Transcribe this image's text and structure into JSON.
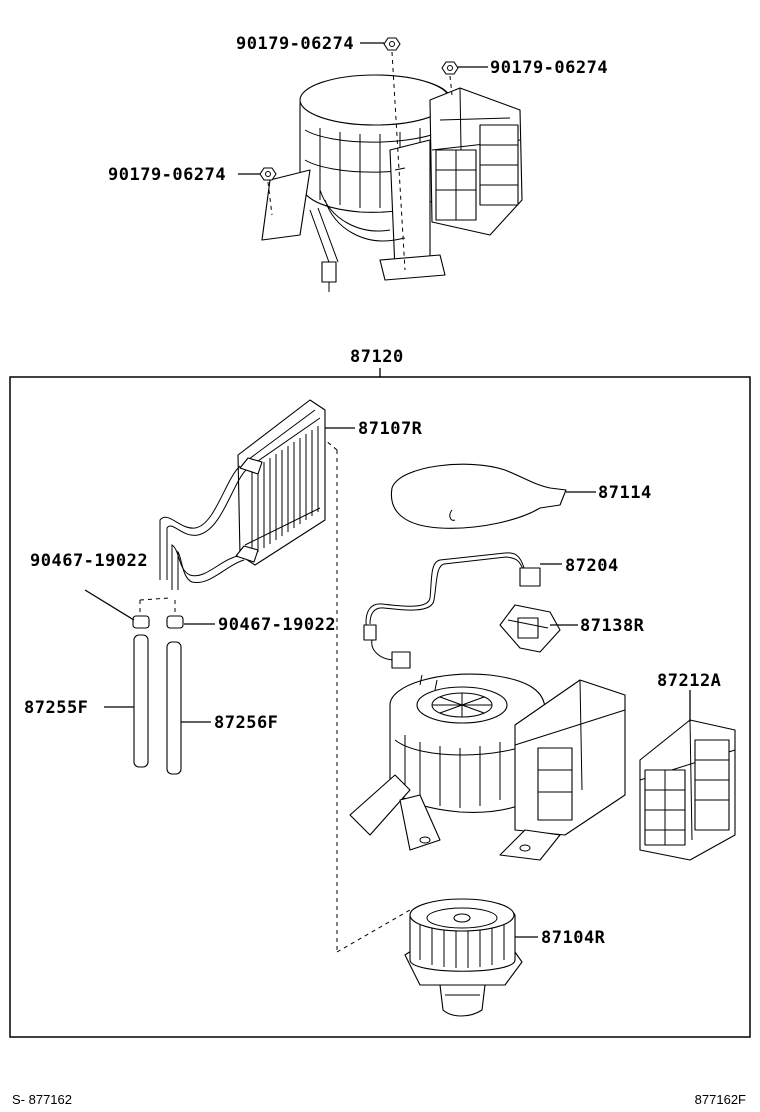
{
  "parts": {
    "nut_top": "90179-06274",
    "nut_right": "90179-06274",
    "nut_left": "90179-06274",
    "assembly": "87120",
    "heater_core": "87107R",
    "cover": "87114",
    "harness": "87204",
    "resistor": "87138R",
    "clamp_left": "90467-19022",
    "clamp_right": "90467-19022",
    "servo": "87212A",
    "hose_left": "87255F",
    "hose_right": "87256F",
    "blower_motor": "87104R"
  },
  "footer": {
    "left": "S- 877162",
    "right": "877162F"
  }
}
